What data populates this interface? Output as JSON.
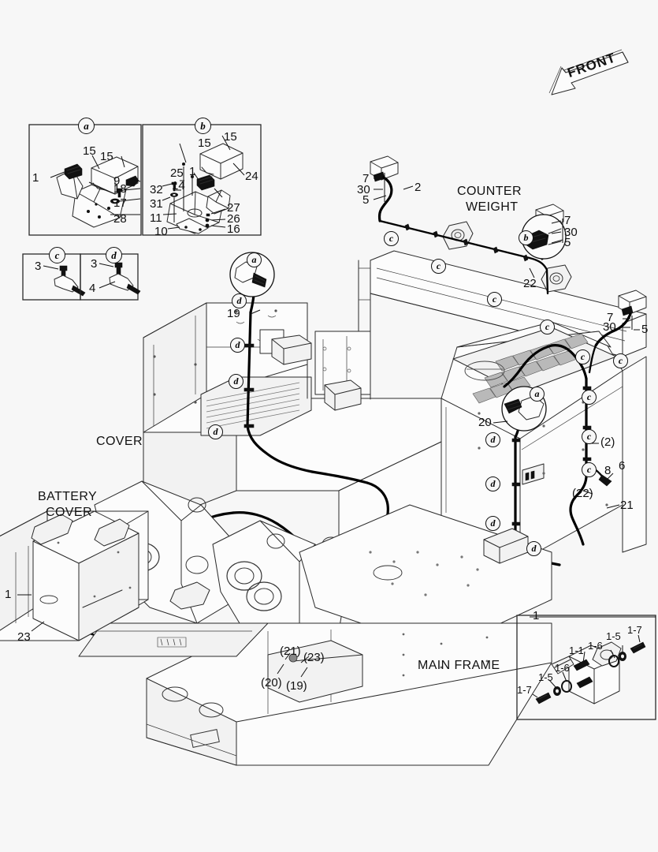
{
  "sheet": {
    "background": "#f7f7f7",
    "line_color": "#1a1a1a",
    "fill_gray": "#b8b8b8"
  },
  "front_arrow": {
    "label": "FRONT"
  },
  "sections": {
    "counter_weight": "COUNTER\nWEIGHT",
    "counter_weight_line1": "COUNTER",
    "counter_weight_line2": "WEIGHT",
    "cover": "COVER",
    "battery_cover_line1": "BATTERY",
    "battery_cover_line2": "COVER",
    "main_frame": "MAIN FRAME"
  },
  "detail_boxes": {
    "a": {
      "tag": "a",
      "callouts": [
        "1",
        "15",
        "15",
        "9",
        "18",
        "17",
        "28"
      ]
    },
    "b": {
      "tag": "b",
      "callouts": [
        "15",
        "15",
        "1",
        "25",
        "14",
        "32",
        "31",
        "11",
        "10",
        "24",
        "27",
        "26",
        "16"
      ]
    },
    "c": {
      "tag": "c",
      "callouts": [
        "3"
      ]
    },
    "d": {
      "tag": "d",
      "callouts": [
        "3",
        "4"
      ]
    },
    "one": {
      "tag": "1",
      "callouts": [
        "1-1",
        "1-5",
        "1-6",
        "1-7",
        "1-5",
        "1-6",
        "1-7"
      ]
    }
  },
  "callouts": {
    "cw_left": {
      "n7": "7",
      "n30": "30",
      "n5": "5",
      "n2": "2"
    },
    "cw_right": {
      "n7": "7",
      "n30": "30",
      "n5": "5",
      "n22": "22"
    },
    "hood_right": {
      "n7": "7",
      "n30": "30",
      "n5": "5"
    },
    "right_column": {
      "p2": "(2)",
      "n8": "8",
      "n6": "6",
      "p22": "(22)",
      "n21": "21"
    },
    "cover_left": {
      "n19": "19"
    },
    "engine": {
      "n20": "20"
    },
    "battery": {
      "n1": "1",
      "n23": "23"
    },
    "frame": {
      "p21": "(21)",
      "p23": "(23)",
      "p20": "(20)",
      "p19": "(19)"
    }
  },
  "circle_tags": {
    "a1": "a",
    "a2": "a",
    "a3": "a",
    "b1": "b",
    "b2": "b",
    "c": "c",
    "d": "d"
  }
}
